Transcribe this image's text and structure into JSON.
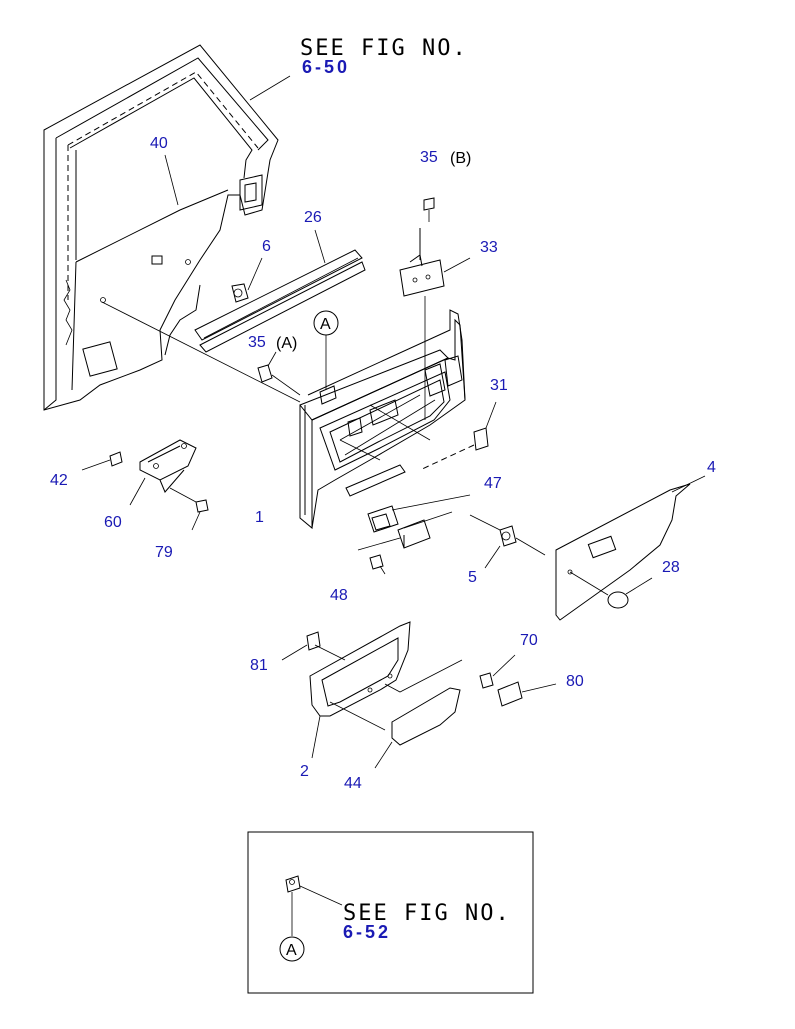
{
  "references": {
    "top": {
      "text": "SEE FIG NO.",
      "number": "6-50"
    },
    "inset": {
      "text": "SEE FIG NO.",
      "number": "6-52"
    }
  },
  "circle_markers": {
    "main": "A",
    "inset": "A"
  },
  "callouts": [
    {
      "id": "c40",
      "label": "40"
    },
    {
      "id": "c26",
      "label": "26"
    },
    {
      "id": "c6",
      "label": "6"
    },
    {
      "id": "c35a",
      "label": "35",
      "suffix": "(A)"
    },
    {
      "id": "c35b",
      "label": "35",
      "suffix": "(B)"
    },
    {
      "id": "c33",
      "label": "33"
    },
    {
      "id": "c31",
      "label": "31"
    },
    {
      "id": "c4",
      "label": "4"
    },
    {
      "id": "c47",
      "label": "47"
    },
    {
      "id": "c42",
      "label": "42"
    },
    {
      "id": "c60",
      "label": "60"
    },
    {
      "id": "c79",
      "label": "79"
    },
    {
      "id": "c1",
      "label": "1"
    },
    {
      "id": "c5",
      "label": "5"
    },
    {
      "id": "c28",
      "label": "28"
    },
    {
      "id": "c48",
      "label": "48"
    },
    {
      "id": "c70",
      "label": "70"
    },
    {
      "id": "c80",
      "label": "80"
    },
    {
      "id": "c81",
      "label": "81"
    },
    {
      "id": "c2",
      "label": "2"
    },
    {
      "id": "c44",
      "label": "44"
    }
  ]
}
